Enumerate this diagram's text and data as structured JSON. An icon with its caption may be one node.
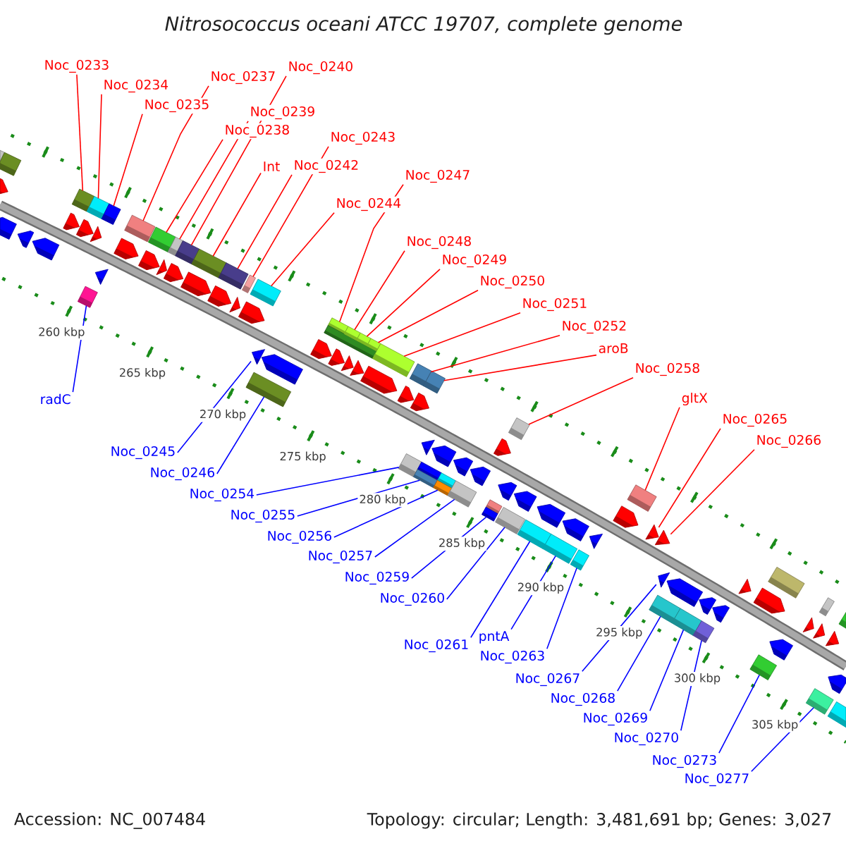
{
  "diagram": {
    "title": "Nitrosococcus oceani ATCC 19707, complete genome",
    "nodes": [
      {
        "text": [
          "Noc_0233"
        ]
      },
      {
        "text": [
          "Noc_0234"
        ]
      },
      {
        "text": [
          "Noc_0235"
        ]
      },
      {
        "text": [
          "Noc_0237"
        ]
      },
      {
        "text": [
          "Noc_0238"
        ]
      },
      {
        "text": [
          "Noc_0239"
        ]
      },
      {
        "text": [
          "Noc_0240"
        ]
      },
      {
        "text": [
          "Int"
        ]
      },
      {
        "text": [
          "Noc_0242"
        ]
      },
      {
        "text": [
          "Noc_0243"
        ]
      },
      {
        "text": [
          "Noc_0244"
        ]
      },
      {
        "text": [
          "Noc_0247"
        ]
      },
      {
        "text": [
          "Noc_0248"
        ]
      },
      {
        "text": [
          "Noc_0249"
        ]
      },
      {
        "text": [
          "Noc_0250"
        ]
      },
      {
        "text": [
          "Noc_0251"
        ]
      },
      {
        "text": [
          "Noc_0252"
        ]
      },
      {
        "text": [
          "aroB"
        ]
      },
      {
        "text": [
          "Noc_0258"
        ]
      },
      {
        "text": [
          "gltX"
        ]
      },
      {
        "text": [
          "Noc_0265"
        ]
      },
      {
        "text": [
          "Noc_0266"
        ]
      },
      {
        "text": [
          "radC"
        ]
      },
      {
        "text": [
          "Noc_0245"
        ]
      },
      {
        "text": [
          "Noc_0246"
        ]
      },
      {
        "text": [
          "Noc_0254"
        ]
      },
      {
        "text": [
          "Noc_0255"
        ]
      },
      {
        "text": [
          "Noc_0256"
        ]
      },
      {
        "text": [
          "Noc_0257"
        ]
      },
      {
        "text": [
          "Noc_0259"
        ]
      },
      {
        "text": [
          "Noc_0260"
        ]
      },
      {
        "text": [
          "Noc_0261"
        ]
      },
      {
        "text": [
          "pntA"
        ]
      },
      {
        "text": [
          "Noc_0263"
        ]
      },
      {
        "text": [
          "Noc_0267"
        ]
      },
      {
        "text": [
          "Noc_0268"
        ]
      },
      {
        "text": [
          "Noc_0269"
        ]
      },
      {
        "text": [
          "Noc_0270"
        ]
      },
      {
        "text": [
          "Noc_0273"
        ]
      },
      {
        "text": [
          "Noc_0277"
        ]
      },
      {
        "text": [],
        "shape": "box"
      },
      {
        "text": [],
        "shape": "arrow"
      },
      {
        "text": [],
        "shape": "box"
      },
      {
        "text": [],
        "shape": "arrow"
      },
      {
        "text": [],
        "shape": "arrow"
      },
      {
        "text": [],
        "shape": "arrow"
      },
      {
        "text": [],
        "shape": "box"
      },
      {
        "text": [],
        "shape": "arrow"
      },
      {
        "text": [],
        "shape": "box"
      },
      {
        "text": [],
        "shape": "arrow"
      },
      {
        "text": [],
        "shape": "box"
      },
      {
        "text": [],
        "shape": "arrow"
      },
      {
        "text": [],
        "shape": "box"
      },
      {
        "text": [],
        "shape": "arrow"
      },
      {
        "text": [],
        "shape": "box"
      },
      {
        "text": [],
        "shape": "arrow"
      },
      {
        "text": [],
        "shape": "box"
      },
      {
        "text": [],
        "shape": "arrow"
      },
      {
        "text": [],
        "shape": "box"
      },
      {
        "text": [],
        "shape": "arrow"
      },
      {
        "text": [],
        "shape": "box"
      },
      {
        "text": [],
        "shape": "arrow"
      },
      {
        "text": [],
        "shape": "box"
      },
      {
        "text": [],
        "shape": "arrow"
      },
      {
        "text": [],
        "shape": "box"
      },
      {
        "text": [],
        "shape": "arrow"
      },
      {
        "text": [],
        "shape": "arrow"
      },
      {
        "text": [],
        "shape": "box"
      },
      {
        "text": [],
        "shape": "box"
      },
      {
        "text": [],
        "shape": "arrow"
      },
      {
        "text": [],
        "shape": "arrow"
      },
      {
        "text": [],
        "shape": "arrow"
      },
      {
        "text": [],
        "shape": "box"
      },
      {
        "text": [],
        "shape": "arrow"
      },
      {
        "text": [],
        "shape": "box"
      },
      {
        "text": [],
        "shape": "box"
      },
      {
        "text": [],
        "shape": "box"
      },
      {
        "text": [],
        "shape": "arrow"
      },
      {
        "text": [],
        "shape": "box"
      },
      {
        "text": [],
        "shape": "arrow"
      },
      {
        "text": [],
        "shape": "arrow"
      },
      {
        "text": [],
        "shape": "box"
      },
      {
        "text": [],
        "shape": "box"
      },
      {
        "text": [],
        "shape": "arrow"
      },
      {
        "text": [],
        "shape": "box"
      },
      {
        "text": [],
        "shape": "arrow"
      },
      {
        "text": [],
        "shape": "arrow"
      },
      {
        "text": [],
        "shape": "box"
      },
      {
        "text": [],
        "shape": "box"
      },
      {
        "text": [],
        "shape": "arrow"
      },
      {
        "text": [],
        "shape": "box"
      },
      {
        "text": [],
        "shape": "box"
      },
      {
        "text": [],
        "shape": "arrow"
      },
      {
        "text": [],
        "shape": "box"
      },
      {
        "text": [],
        "shape": "box"
      },
      {
        "text": [],
        "shape": "arrow"
      },
      {
        "text": [],
        "shape": "box"
      },
      {
        "text": [],
        "shape": "arrow"
      },
      {
        "text": [],
        "shape": "arrow"
      },
      {
        "text": [],
        "shape": "box"
      },
      {
        "text": [],
        "shape": "arrow"
      },
      {
        "text": [],
        "shape": "box"
      },
      {
        "text": [],
        "shape": "box"
      },
      {
        "text": [],
        "shape": "box"
      },
      {
        "text": [],
        "shape": "arrow"
      },
      {
        "text": [],
        "shape": "box"
      },
      {
        "text": [],
        "shape": "arrow"
      },
      {
        "text": [],
        "shape": "box"
      },
      {
        "text": [],
        "shape": "arrow"
      },
      {
        "text": [],
        "shape": "box"
      },
      {
        "text": [],
        "shape": "arrow"
      },
      {
        "text": [],
        "shape": "arrow"
      },
      {
        "text": [],
        "shape": "box"
      },
      {
        "text": [],
        "shape": "arrow"
      },
      {
        "text": [],
        "shape": "arrow"
      },
      {
        "text": [],
        "shape": "arrow"
      },
      {
        "text": [],
        "shape": "box"
      },
      {
        "text": [],
        "shape": "arrow"
      },
      {
        "text": [],
        "shape": "box"
      },
      {
        "text": [],
        "shape": "arrow"
      },
      {
        "text": [],
        "shape": "box"
      },
      {
        "text": [],
        "shape": "arrow"
      },
      {
        "text": [],
        "shape": "arrow"
      },
      {
        "text": [],
        "shape": "arrow"
      },
      {
        "text": [],
        "shape": "box"
      },
      {
        "text": [],
        "shape": "box"
      },
      {
        "text": [],
        "shape": "arrow"
      },
      {
        "text": [],
        "shape": "arrow"
      },
      {
        "text": [],
        "shape": "box"
      },
      {
        "text": [],
        "shape": "arrow"
      },
      {
        "text": [],
        "shape": "box"
      },
      {
        "text": [],
        "shape": "arrow"
      },
      {
        "text": [],
        "shape": "box"
      },
      {
        "text": [],
        "shape": "arrow"
      },
      {
        "text": [],
        "shape": "box"
      }
    ],
    "edges": [
      {
        "from": 0,
        "to": 46,
        "arrow": "none"
      },
      {
        "from": 1,
        "to": 48,
        "arrow": "none"
      },
      {
        "from": 2,
        "to": 50,
        "arrow": "none"
      },
      {
        "from": 3,
        "to": 54,
        "arrow": "none"
      },
      {
        "from": 4,
        "to": 56,
        "arrow": "none"
      },
      {
        "from": 5,
        "to": 58,
        "arrow": "none"
      },
      {
        "from": 6,
        "to": 60,
        "arrow": "none"
      },
      {
        "from": 7,
        "to": 62,
        "arrow": "none"
      },
      {
        "from": 8,
        "to": 64,
        "arrow": "none"
      },
      {
        "from": 9,
        "to": 67,
        "arrow": "none"
      },
      {
        "from": 10,
        "to": 68,
        "arrow": "none"
      },
      {
        "from": 11,
        "to": 74,
        "arrow": "none"
      },
      {
        "from": 12,
        "to": 76,
        "arrow": "none"
      },
      {
        "from": 13,
        "to": 78,
        "arrow": "none"
      },
      {
        "from": 14,
        "to": 81,
        "arrow": "none"
      },
      {
        "from": 15,
        "to": 82,
        "arrow": "none"
      },
      {
        "from": 16,
        "to": 84,
        "arrow": "none"
      },
      {
        "from": 17,
        "to": 87,
        "arrow": "none"
      },
      {
        "from": 18,
        "to": 99,
        "arrow": "none"
      },
      {
        "from": 19,
        "to": 112,
        "arrow": "none"
      },
      {
        "from": 20,
        "to": 113,
        "arrow": "none"
      },
      {
        "from": 21,
        "to": 114,
        "arrow": "none"
      },
      {
        "from": 22,
        "to": 52,
        "arrow": "none",
        "color": "#0000ff"
      },
      {
        "from": 23,
        "to": 70,
        "arrow": "none",
        "color": "#0000ff"
      },
      {
        "from": 24,
        "to": 72,
        "arrow": "none",
        "color": "#0000ff"
      },
      {
        "from": 25,
        "to": 88,
        "arrow": "none",
        "color": "#0000ff"
      },
      {
        "from": 26,
        "to": 91,
        "arrow": "none",
        "color": "#0000ff"
      },
      {
        "from": 27,
        "to": 94,
        "arrow": "none",
        "color": "#0000ff"
      },
      {
        "from": 28,
        "to": 96,
        "arrow": "none",
        "color": "#0000ff"
      },
      {
        "from": 29,
        "to": 102,
        "arrow": "none",
        "color": "#0000ff"
      },
      {
        "from": 30,
        "to": 103,
        "arrow": "none",
        "color": "#0000ff"
      },
      {
        "from": 31,
        "to": 105,
        "arrow": "none",
        "color": "#0000ff"
      },
      {
        "from": 32,
        "to": 107,
        "arrow": "none",
        "color": "#0000ff"
      },
      {
        "from": 33,
        "to": 109,
        "arrow": "none",
        "color": "#0000ff"
      },
      {
        "from": 34,
        "to": 115,
        "arrow": "none",
        "color": "#0000ff"
      },
      {
        "from": 35,
        "to": 116,
        "arrow": "none",
        "color": "#0000ff"
      },
      {
        "from": 36,
        "to": 118,
        "arrow": "none",
        "color": "#0000ff"
      },
      {
        "from": 37,
        "to": 120,
        "arrow": "none",
        "color": "#0000ff"
      },
      {
        "from": 38,
        "to": 125,
        "arrow": "none",
        "color": "#0000ff"
      },
      {
        "from": 39,
        "to": 132,
        "arrow": "none",
        "color": "#0000ff"
      }
    ],
    "labels": [
      "260 kbp",
      "265 kbp",
      "270 kbp",
      "275 kbp",
      "280 kbp",
      "285 kbp",
      "290 kbp",
      "295 kbp",
      "300 kbp",
      "305 kbp",
      "Accession: NC_007484",
      "Topology: circular; Length: 3,481,691 bp; Genes: 3,027"
    ]
  }
}
